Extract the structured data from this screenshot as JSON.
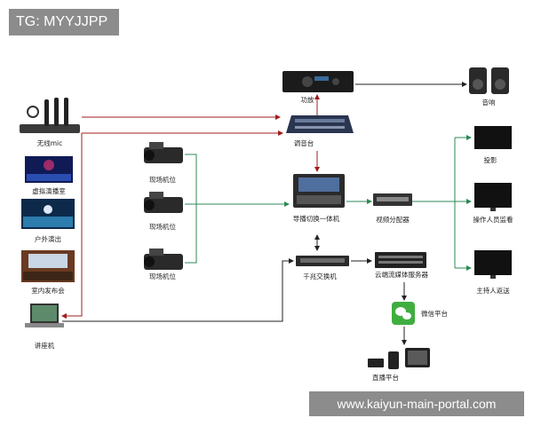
{
  "watermark": {
    "tag": "TG: MYYJJPP",
    "url": "www.kaiyun-main-portal.com"
  },
  "nodes": {
    "mic": "无线mic",
    "studio": "虚拟演播室",
    "outdoor": "户外演出",
    "indoor": "室内发布会",
    "laptop": "讲座机",
    "cam1": "现场机位",
    "cam2": "现场机位",
    "cam3": "现场机位",
    "amp": "功放",
    "speaker": "音响",
    "mixer": "调音台",
    "switcher": "导播切换一体机",
    "splitter": "视频分配器",
    "projector": "投影",
    "operator": "操作人员监看",
    "host": "主持人返送",
    "gigaswitch": "千兆交换机",
    "cloud": "云端流媒体服务器",
    "wechat": "微信平台",
    "live": "直播平台"
  },
  "colors": {
    "red": "#a01c1c",
    "green": "#2d8a55",
    "dark": "#222222",
    "watermark_bg": "#8c8c8c"
  }
}
